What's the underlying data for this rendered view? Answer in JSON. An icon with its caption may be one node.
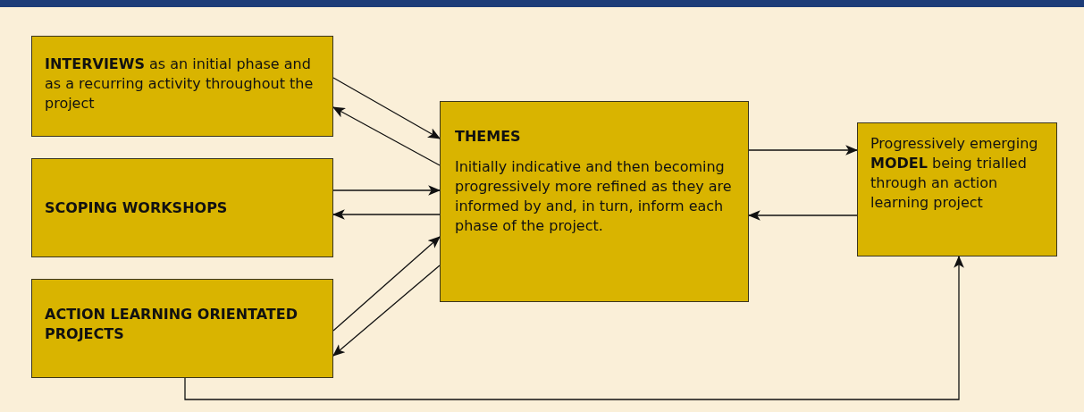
{
  "diagram": {
    "nodes": [
      {
        "text": [
          "**INTERVIEWS** as an initial phase and as a recurring activity throughout the project"
        ]
      },
      {
        "text": [
          "SCOPING WORKSHOPS"
        ]
      },
      {
        "text": [
          "ACTION LEARNING ORIENTATED PROJECTS"
        ]
      },
      {
        "text": [
          "THEMES",
          "Initially indicative and then becoming progressively more refined as they are informed by and, in turn, inform each phase of the project."
        ]
      },
      {
        "text": [
          "Progressively emerging **MODEL** being trialled through an action learning project"
        ]
      }
    ],
    "edges": [
      {
        "from": 0,
        "to": 3,
        "arrow": "to"
      },
      {
        "from": 3,
        "to": 0,
        "arrow": "to"
      },
      {
        "from": 1,
        "to": 3,
        "arrow": "to"
      },
      {
        "from": 3,
        "to": 1,
        "arrow": "to"
      },
      {
        "from": 2,
        "to": 3,
        "arrow": "to"
      },
      {
        "from": 3,
        "to": 2,
        "arrow": "to"
      },
      {
        "from": 3,
        "to": 4,
        "arrow": "to"
      },
      {
        "from": 4,
        "to": 3,
        "arrow": "to"
      },
      {
        "from": 2,
        "to": 4,
        "arrow": "to"
      }
    ]
  }
}
